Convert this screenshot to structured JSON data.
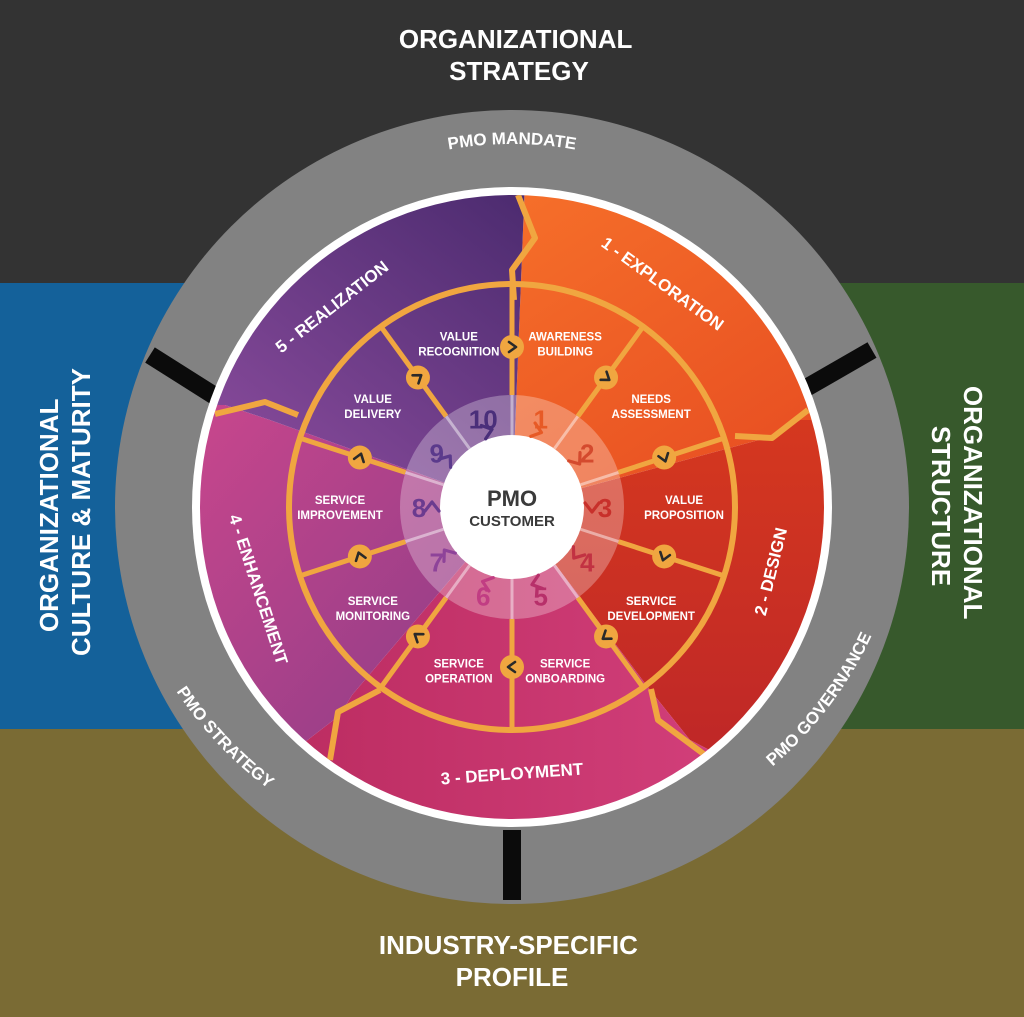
{
  "context": {
    "top": [
      "ORGANIZATIONAL",
      "STRATEGY"
    ],
    "left": [
      "ORGANIZATIONAL",
      "CULTURE & MATURITY"
    ],
    "right": [
      "ORGANIZATIONAL",
      "STRUCTURE"
    ],
    "bottom": [
      "INDUSTRY-SPECIFIC",
      "PROFILE"
    ]
  },
  "ring": {
    "mandate": "PMO MANDATE",
    "strategy": "PMO STRATEGY",
    "governance": "PMO GOVERNANCE"
  },
  "phases": [
    "1 - EXPLORATION",
    "2 - DESIGN",
    "3 - DEPLOYMENT",
    "4 - ENHANCEMENT",
    "5 - REALIZATION"
  ],
  "steps": [
    [
      "AWARENESS",
      "BUILDING"
    ],
    [
      "NEEDS",
      "ASSESSMENT"
    ],
    [
      "VALUE",
      "PROPOSITION"
    ],
    [
      "SERVICE",
      "DEVELOPMENT"
    ],
    [
      "SERVICE",
      "ONBOARDING"
    ],
    [
      "SERVICE",
      "OPERATION"
    ],
    [
      "SERVICE",
      "MONITORING"
    ],
    [
      "SERVICE",
      "IMPROVEMENT"
    ],
    [
      "VALUE",
      "DELIVERY"
    ],
    [
      "VALUE",
      "RECOGNITION"
    ]
  ],
  "numbers": [
    "1",
    "2",
    "3",
    "4",
    "5",
    "6",
    "7",
    "8",
    "9",
    "10"
  ],
  "center": [
    "PMO",
    "CUSTOMER"
  ],
  "colors": {
    "top": "#333333",
    "left": "#14619a",
    "right": "#37592c",
    "bottom": "#7a6b34",
    "ring": "#828282",
    "accent": "#f0a640",
    "exploration": "#ee5b22",
    "design": "#c42d25",
    "deployment": "#c62d5c",
    "enhancement": "#ab3c86",
    "realization": "#6a3c8a"
  }
}
